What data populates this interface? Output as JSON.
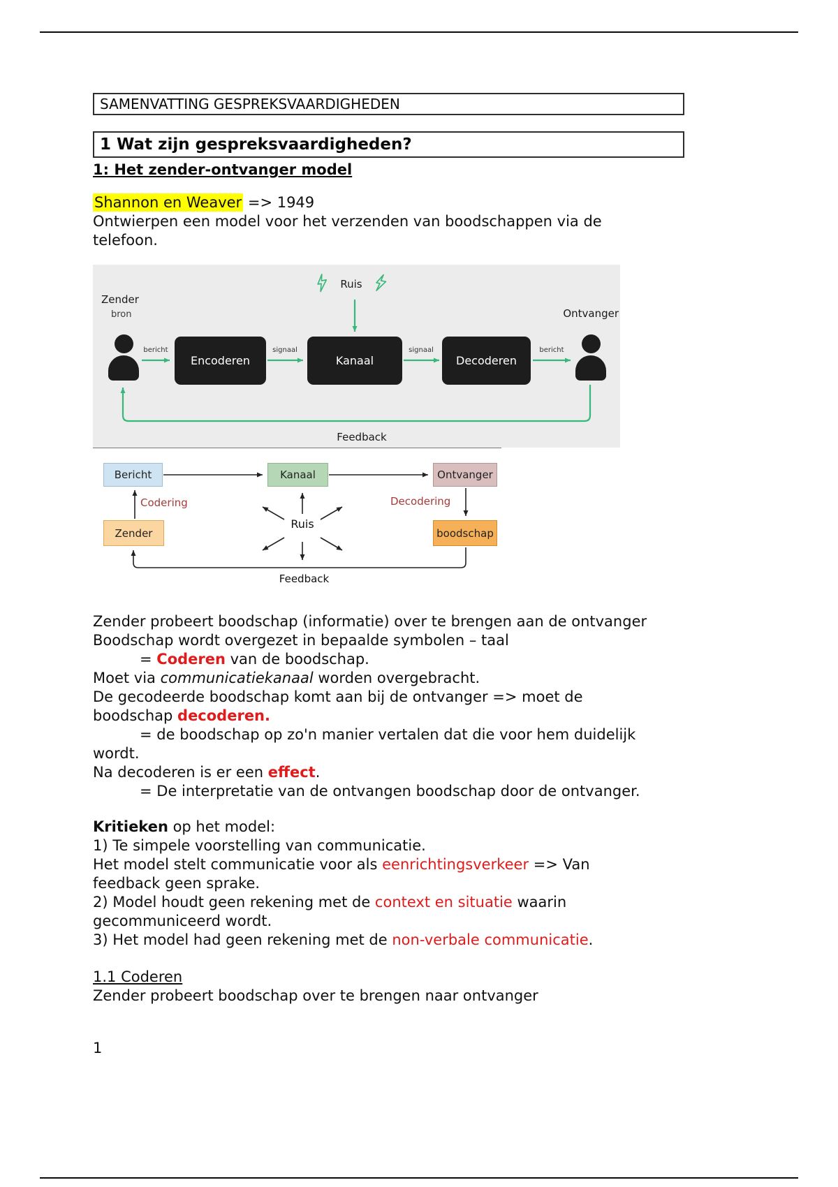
{
  "doc": {
    "title": "SAMENVATTING GESPREKSVAARDIGHEDEN",
    "chapter_heading": "1 Wat zijn gespreksvaardigheden?",
    "section_heading": "1: Het zender-ontvanger model",
    "intro_highlight": "Shannon en Weaver",
    "intro_rest": " => 1949",
    "intro_line2": "Ontwierpen een model voor het verzenden van boodschappen via de",
    "intro_line3": "telefoon.",
    "page_number": "1"
  },
  "diagram1": {
    "ruis": "Ruis",
    "zender": "Zender",
    "bron": "bron",
    "ontvanger": "Ontvanger",
    "bericht_left": "bericht",
    "signaal_left": "signaal",
    "signaal_right": "signaal",
    "bericht_right": "bericht",
    "encoderen": "Encoderen",
    "kanaal": "Kanaal",
    "decoderen": "Decoderen",
    "feedback": "Feedback"
  },
  "diagram2": {
    "bericht": "Bericht",
    "kanaal": "Kanaal",
    "ontvanger": "Ontvanger",
    "codering": "Codering",
    "decodering": "Decodering",
    "zender": "Zender",
    "boodschap": "boodschap",
    "ruis": "Ruis",
    "feedback": "Feedback"
  },
  "body": {
    "l1": "Zender probeert boodschap (informatie) over te brengen aan de ontvanger",
    "l2": "Boodschap wordt overgezet in bepaalde symbolen – taal",
    "l3_pre": "= ",
    "l3_red": "Coderen",
    "l3_post": " van de boodschap.",
    "l4_pre": "Moet via ",
    "l4_italic": "communicatiekanaal",
    "l4_post": " worden overgebracht.",
    "l5": "De gecodeerde boodschap komt aan bij de ontvanger => moet de",
    "l6_pre": "boodschap ",
    "l6_red": "decoderen.",
    "l7": "= de boodschap op zo'n manier vertalen dat die voor hem duidelijk",
    "l8": "wordt.",
    "l9_pre": "Na decoderen is er een ",
    "l9_red": "effect",
    "l9_post": ".",
    "l10": "= De interpretatie van de ontvangen boodschap door de ontvanger.",
    "k1_bold": "Kritieken",
    "k1_rest": " op het model:",
    "k2": "1) Te simpele voorstelling van communicatie.",
    "k3_pre": "Het model stelt communicatie voor als ",
    "k3_red": "eenrichtingsverkeer",
    "k3_post": " => Van",
    "k4": "feedback geen sprake.",
    "k5_pre": "2) Model houdt geen rekening met de ",
    "k5_red": "context en situatie",
    "k5_post": " waarin",
    "k6": "gecommuniceerd wordt.",
    "k7_pre": "3) Het model had geen rekening met de ",
    "k7_red": "non-verbale communicatie",
    "k7_post": ".",
    "s11_heading": "1.1 Coderen",
    "s11_line": "Zender probeert boodschap over te brengen naar ontvanger"
  },
  "colors": {
    "highlight": "#ffff00",
    "body_red": "#e01b1b",
    "diagram_red": "#a83a3a",
    "diagram1_bg": "#ececec",
    "diagram1_box": "#1d1d1d",
    "diagram1_arrow": "#35b879",
    "d2_bericht_bg": "#cfe4f2",
    "d2_kanaal_bg": "#b6d7b6",
    "d2_ontvanger_bg": "#d9bebe",
    "d2_zender_bg": "#fcd6a0",
    "d2_boodschap_bg": "#f6b158"
  }
}
